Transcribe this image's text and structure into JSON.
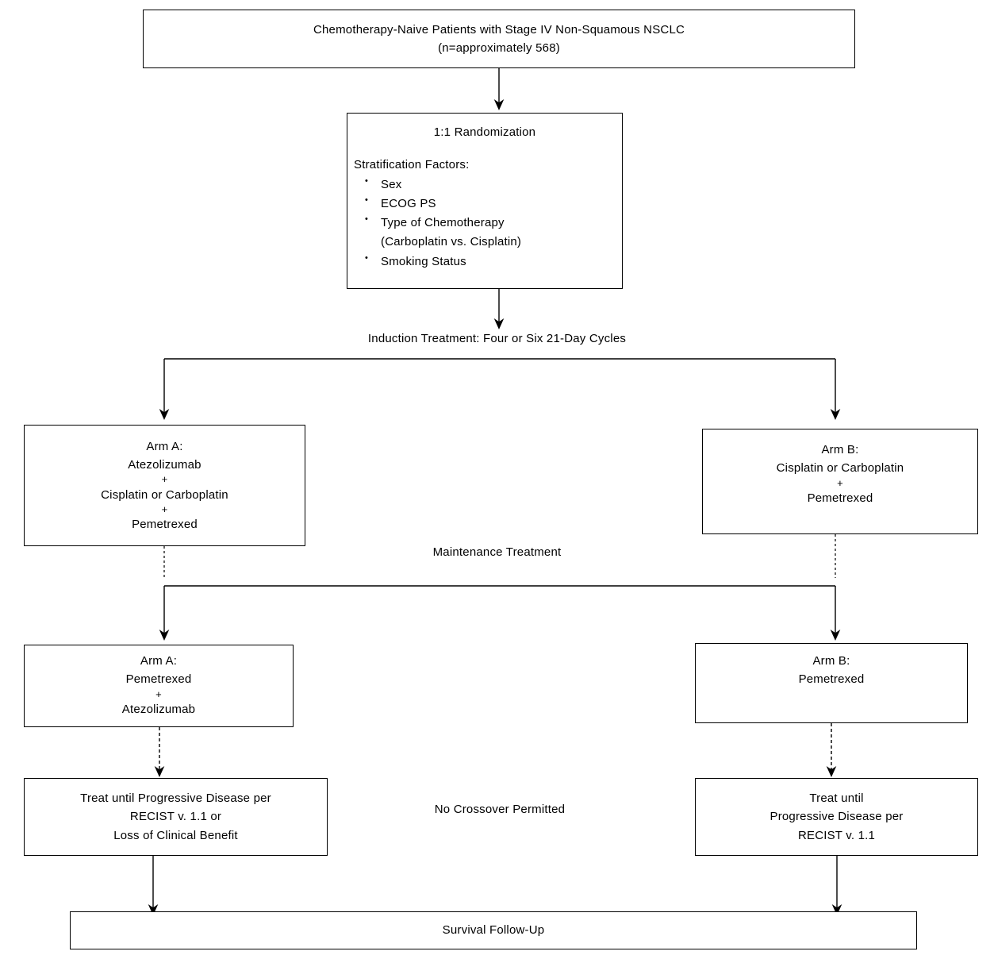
{
  "diagram": {
    "title": "Clinical Trial Schema Flowchart",
    "line_color": "#000000",
    "box_border_color": "#000000",
    "background": "#ffffff"
  },
  "nodes": {
    "population": {
      "line1": "Chemotherapy-Naive  Patients with Stage IV Non-Squamous  NSCLC",
      "line2": "(n=approximately 568)"
    },
    "randomization": {
      "title": "1:1 Randomization",
      "strat_header": "Stratification Factors:",
      "factors": [
        "Sex",
        "ECOG PS",
        "Type of Chemotherapy",
        "(Carboplatin vs. Cisplatin)",
        "Smoking Status"
      ]
    },
    "induction_label": "Induction Treatment:  Four or Six 21-Day Cycles",
    "induction_arm_a": {
      "line1": "Arm A:",
      "line2": "Atezolizumab",
      "plus1": "+",
      "line3": "Cisplatin or Carboplatin",
      "plus2": "+",
      "line4": "Pemetrexed"
    },
    "induction_arm_b": {
      "line1": "Arm B:",
      "line2": "Cisplatin or Carboplatin",
      "plus1": "+",
      "line3": "Pemetrexed"
    },
    "maintenance_label": "Maintenance Treatment",
    "maintenance_arm_a": {
      "line1": "Arm A:",
      "line2": "Pemetrexed",
      "plus1": "+",
      "line3": "Atezolizumab"
    },
    "maintenance_arm_b": {
      "line1": "Arm B:",
      "line2": "Pemetrexed"
    },
    "treat_until_a": {
      "line1": "Treat until Progressive Disease per",
      "line2": "RECIST v. 1.1 or",
      "line3": "Loss of Clinical Benefit"
    },
    "treat_until_b": {
      "line1": "Treat until",
      "line2": "Progressive Disease per",
      "line3": "RECIST v. 1.1"
    },
    "no_crossover_label": "No Crossover  Permitted",
    "survival_followup": "Survival Follow-Up"
  }
}
